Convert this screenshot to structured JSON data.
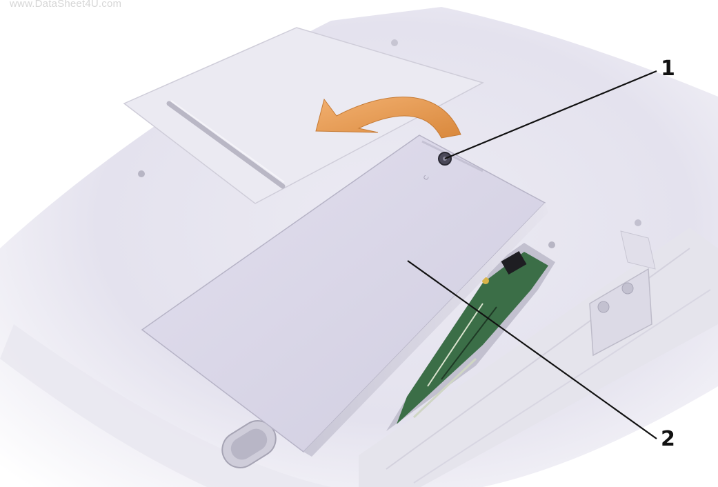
{
  "watermark": "www.DataSheet4U.com",
  "callouts": [
    {
      "label": "1"
    },
    {
      "label": "2"
    }
  ],
  "colors": {
    "arrow": "#e39a50",
    "cover": "#d9d6e6",
    "chassis": "#ecebf2",
    "line": "#111111"
  }
}
